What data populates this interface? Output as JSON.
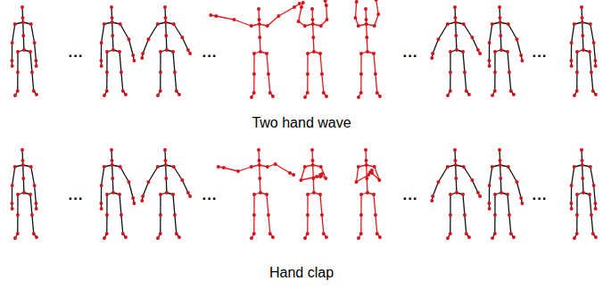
{
  "diagram": {
    "labels": [
      "...",
      "...",
      "...",
      "...",
      "Two hand wave",
      "...",
      "...",
      "...",
      "...",
      "Hand clap"
    ]
  }
}
